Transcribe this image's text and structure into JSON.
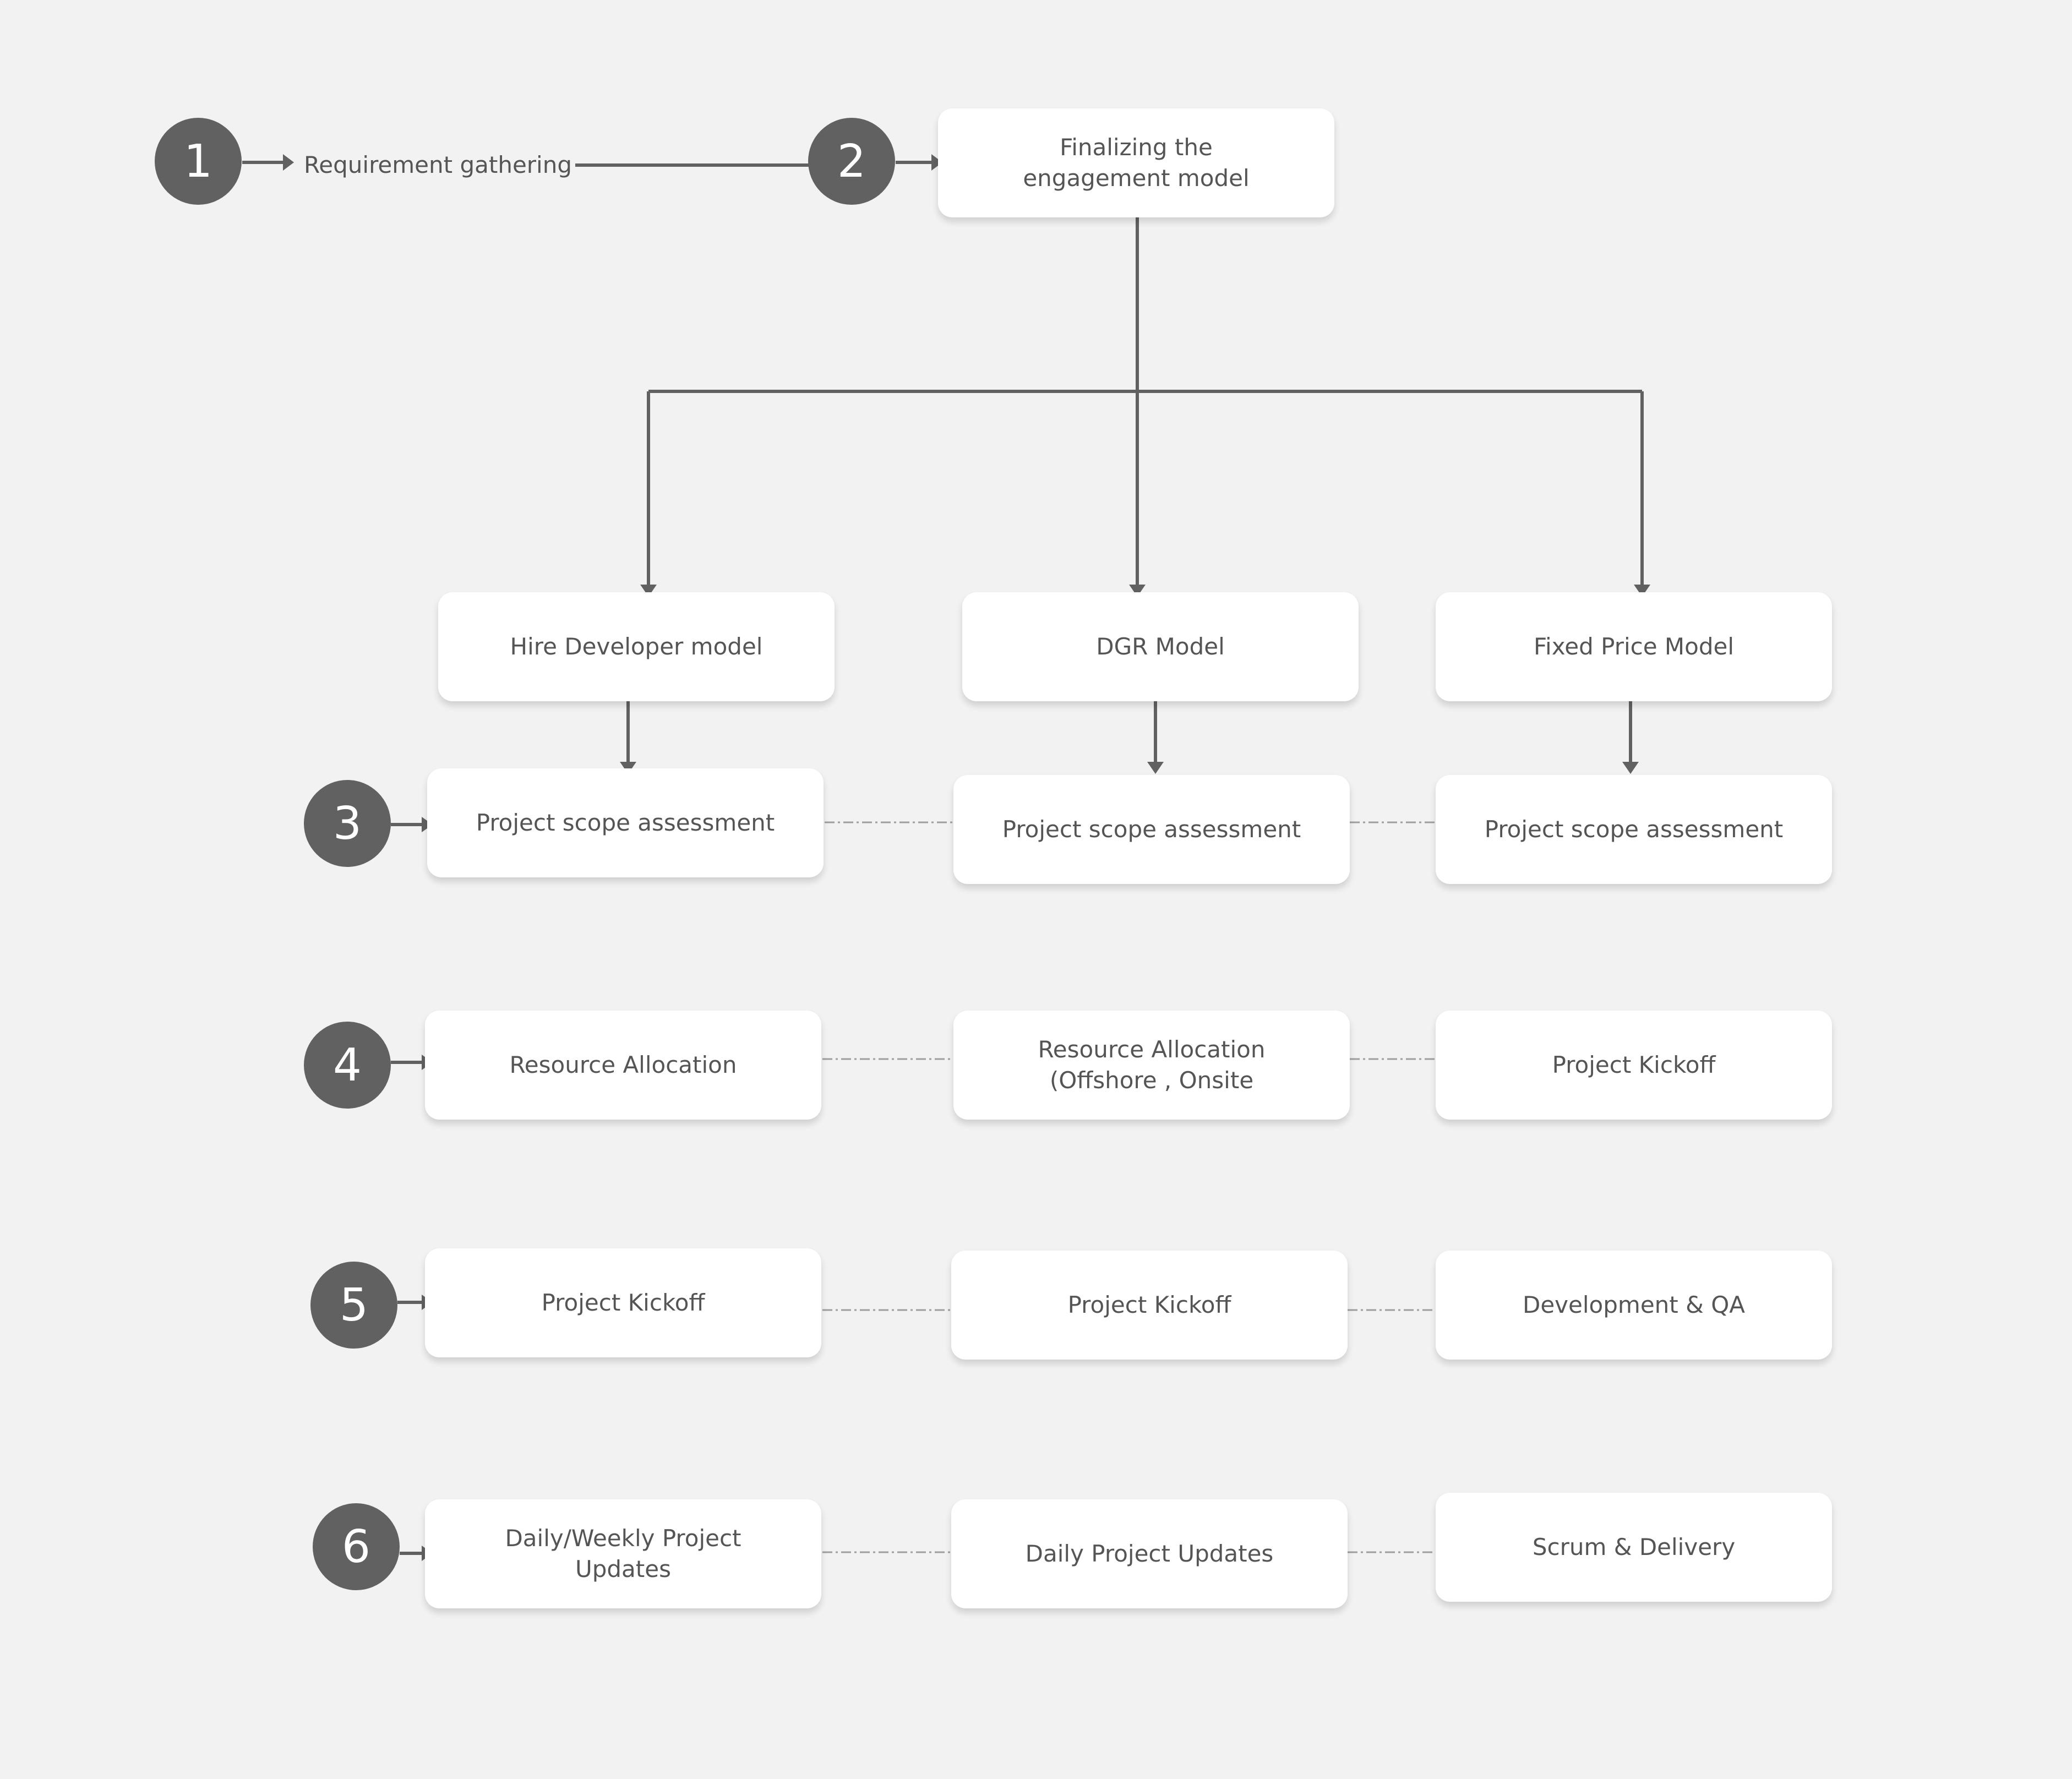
{
  "colors": {
    "background": "#f2f2f2",
    "node_fill": "#ffffff",
    "badge_fill": "#616161",
    "connector": "#616161",
    "dashed_connector": "#9e9e9e",
    "text": "#555555"
  },
  "steps": {
    "step1": {
      "number": "1",
      "label": "Requirement gathering"
    },
    "step2": {
      "number": "2",
      "label": "Finalizing the\nengagement model"
    },
    "step3": {
      "number": "3"
    },
    "step4": {
      "number": "4"
    },
    "step5": {
      "number": "5"
    },
    "step6": {
      "number": "6"
    }
  },
  "models": {
    "hire_developer": "Hire Developer model",
    "dgr": "DGR Model",
    "fixed_price": "Fixed Price Model"
  },
  "rows": {
    "scope": {
      "hire": "Project scope assessment",
      "dgr": "Project scope assessment",
      "fixed": "Project scope assessment"
    },
    "allocation": {
      "hire": "Resource Allocation",
      "dgr": "Resource Allocation\n(Offshore , Onsite",
      "fixed": "Project Kickoff"
    },
    "kickoff": {
      "hire": "Project Kickoff",
      "dgr": "Project Kickoff",
      "fixed": "Development & QA"
    },
    "updates": {
      "hire": "Daily/Weekly Project\nUpdates",
      "dgr": "Daily Project Updates",
      "fixed": "Scrum & Delivery"
    }
  }
}
